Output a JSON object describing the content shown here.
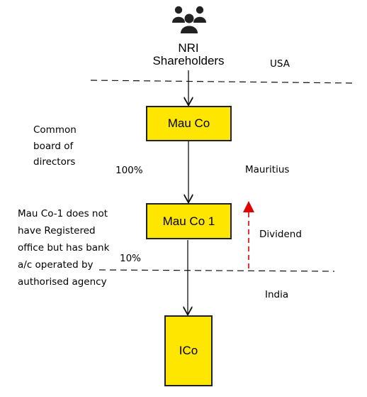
{
  "icons": {
    "shareholders_icon": "people-group-icon"
  },
  "colors": {
    "entity_fill": "#FFE600",
    "dividend_arrow": "#E00000"
  },
  "shareholders": {
    "line1": "NRI",
    "line2": "Shareholders"
  },
  "jurisdictions": {
    "usa": "USA",
    "mauritius": "Mauritius",
    "india": "India"
  },
  "entities": {
    "mau_co": "Mau Co",
    "mau_co_1": "Mau Co 1",
    "ico": "ICo"
  },
  "notes": {
    "board": [
      "Common",
      "board of",
      "directors"
    ],
    "mau_co_1": [
      "Mau Co-1 does not",
      "have Registered",
      "office but has bank",
      "a/c operated by",
      "authorised agency"
    ]
  },
  "holdings": {
    "mau_to_mau1": "100%",
    "mau1_to_ico": "10%"
  },
  "flows": {
    "dividend": "Dividend"
  }
}
